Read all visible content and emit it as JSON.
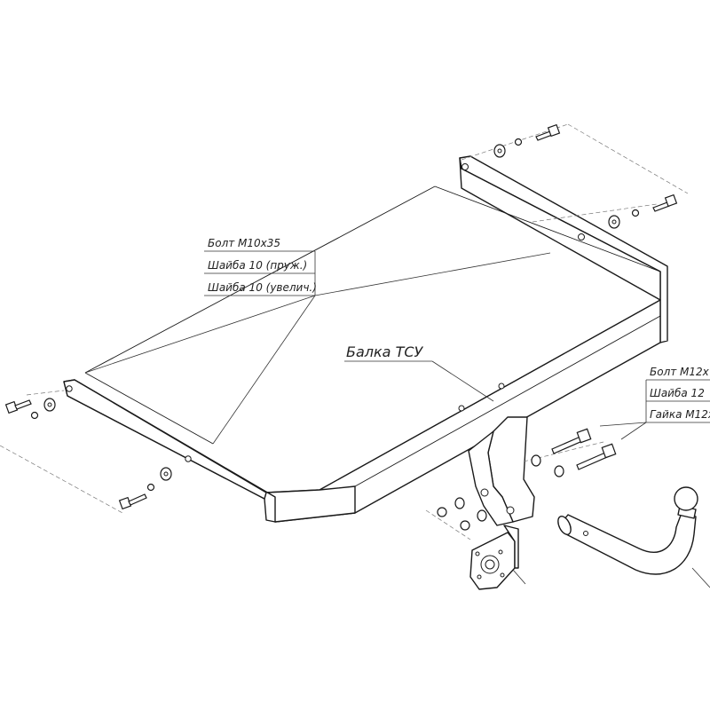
{
  "labels": {
    "left_callout": {
      "bolt": "Болт М10х35",
      "washer_spring": "Шайба 10 (пруж.)",
      "washer_large": "Шайба 10 (увелич.)"
    },
    "beam": "Балка ТСУ",
    "right_callout": {
      "bolt": "Болт М12х",
      "washer": "Шайба 12",
      "nut": "Гайка М12х"
    }
  },
  "colors": {
    "line": "#1a1a1a",
    "background": "#ffffff"
  },
  "icons": {
    "bolt": "bolt-icon",
    "washer": "washer-icon",
    "nut": "nut-icon",
    "tow_ball": "tow-ball-icon"
  }
}
